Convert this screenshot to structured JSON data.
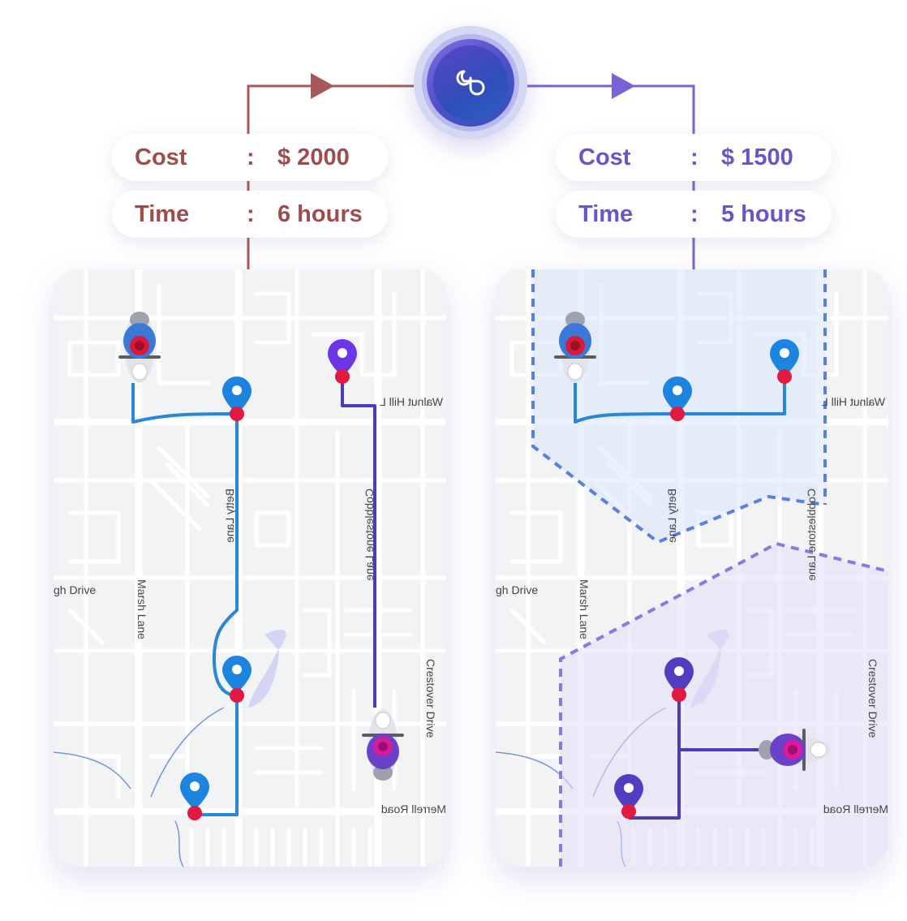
{
  "hub": {
    "icon": "infinity-icon"
  },
  "left_option": {
    "color": "#9e4d4d",
    "cost_label": "Cost",
    "separator": ":",
    "cost_value": "$ 2000",
    "time_label": "Time",
    "time_value": "6 hours"
  },
  "right_option": {
    "color": "#6a55c7",
    "cost_label": "Cost",
    "separator": ":",
    "cost_value": "$ 1500",
    "time_label": "Time",
    "time_value": "5 hours"
  },
  "streets": {
    "walnut": "Walnut Hill L",
    "betty": "Betty Lane",
    "cobblestone": "Cobblestone Lane",
    "marsh": "Marsh Lane",
    "high_drive": "gh Drive",
    "merrell": "Merrell Road",
    "crestover": "Crestover Drive"
  },
  "colors": {
    "route_blue": "#2a86d6",
    "route_purple": "#4a3db8",
    "pin_blue": "#1d84e0",
    "pin_purple": "#4f3fc0",
    "pin_violet": "#6c36e8",
    "stop_red": "#e3193f",
    "zone_blue": "#5b7fe0",
    "zone_purple": "#8a78e8"
  },
  "icons": [
    "pin-icon",
    "rider-icon",
    "stop-dot-icon",
    "infinity-icon"
  ]
}
